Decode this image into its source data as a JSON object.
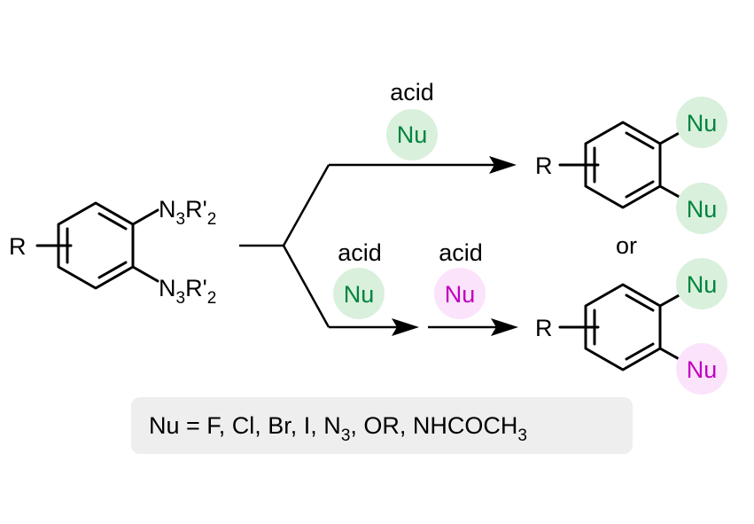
{
  "reactant": {
    "r_label": "R",
    "substituent_main": "N",
    "substituent_sub3": "3",
    "substituent_rprime": "R'",
    "substituent_sub2": "2"
  },
  "top_path": {
    "reagent1": "acid",
    "nucleophile1": "Nu"
  },
  "bottom_path": {
    "reagent1": "acid",
    "nucleophile1": "Nu",
    "reagent2": "acid",
    "nucleophile2": "Nu"
  },
  "product_top": {
    "r_label": "R",
    "nu_a": "Nu",
    "nu_b": "Nu"
  },
  "or_text": "or",
  "product_bottom": {
    "r_label": "R",
    "nu_a": "Nu",
    "nu_b": "Nu"
  },
  "footnote": {
    "prefix": "Nu = F, Cl, Br, I, N",
    "sub_a": "3",
    "middle": ", OR, NHCOCH",
    "sub_b": "3"
  },
  "colors": {
    "nu_first": "#00843d",
    "nu_first_bg": "#d9f0dc",
    "nu_second": "#c000c0",
    "nu_second_bg": "#fbe3fb",
    "footnote_bg": "#eeeeee"
  }
}
